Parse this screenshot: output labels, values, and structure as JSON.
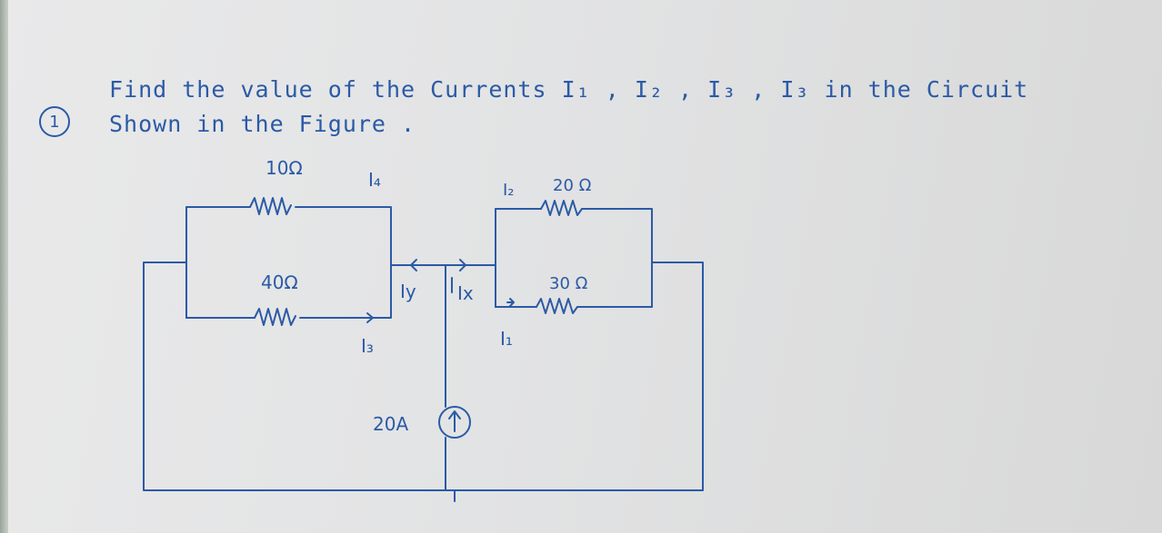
{
  "question": {
    "number": "1",
    "line1": "Find the value of the Currents I₁ , I₂ , I₃ , I₃  in the Circuit",
    "line2": "Shown in the Figure ."
  },
  "labels": {
    "r10": "10Ω",
    "r40": "40Ω",
    "r20": "20 Ω",
    "r30": "30 Ω",
    "i4": "I₄",
    "i3": "I₃",
    "iy": "Iy",
    "ix": "Ix",
    "i2": "I₂",
    "i1": "I₁",
    "source": "20A"
  },
  "colors": {
    "ink": "#2b5aa6"
  }
}
